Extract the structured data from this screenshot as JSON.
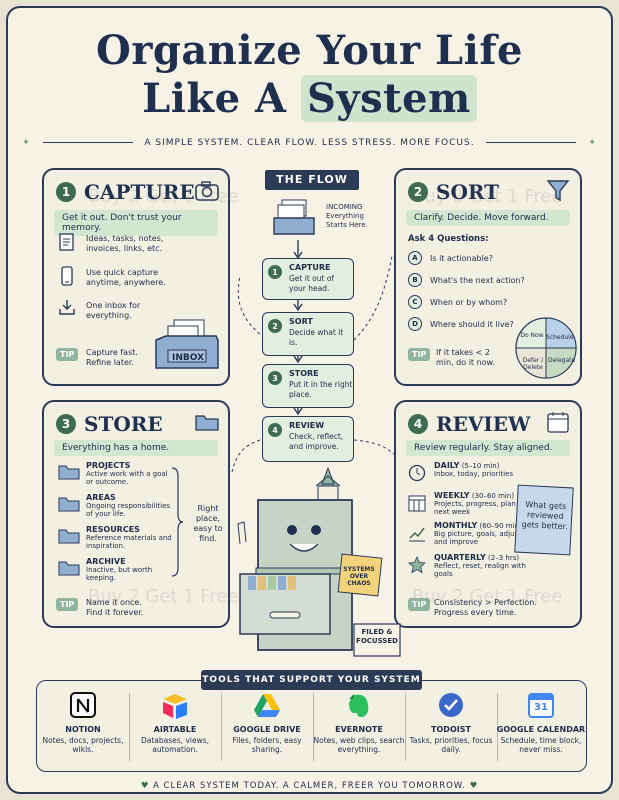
{
  "title": {
    "line1": "Organize Your Life",
    "line2_a": "Like A",
    "line2_b": "System"
  },
  "tagline": "A SIMPLE SYSTEM.  CLEAR FLOW.  LESS STRESS.  MORE FOCUS.",
  "watermark": "Buy 2 Get 1 Free",
  "capture": {
    "num": "1",
    "title": "CAPTURE",
    "band": "Get it out. Don't trust your memory.",
    "items": [
      "Ideas, tasks, notes, invoices, links, etc.",
      "Use quick capture anytime, anywhere.",
      "One inbox for everything."
    ],
    "tip_label": "TIP",
    "tip": "Capture fast. Refine later.",
    "inbox_label": "INBOX"
  },
  "sort": {
    "num": "2",
    "title": "SORT",
    "band": "Clarify. Decide. Move forward.",
    "questions_title": "Ask 4 Questions:",
    "questions": [
      {
        "letter": "A",
        "text": "Is it actionable?"
      },
      {
        "letter": "B",
        "text": "What's the next action?"
      },
      {
        "letter": "C",
        "text": "When or by whom?"
      },
      {
        "letter": "D",
        "text": "Where should it live?"
      }
    ],
    "tip_label": "TIP",
    "tip": "If it takes < 2 min, do it now.",
    "pie": {
      "do_now": "Do Now",
      "schedule": "Schedule",
      "defer": "Defer / Delete",
      "delegate": "Delegate"
    }
  },
  "flow": {
    "title": "THE FLOW",
    "incoming": "INCOMING Everything Starts Here.",
    "steps": [
      {
        "num": "1",
        "title": "CAPTURE",
        "desc": "Get it out of your head."
      },
      {
        "num": "2",
        "title": "SORT",
        "desc": "Decide what it is."
      },
      {
        "num": "3",
        "title": "STORE",
        "desc": "Put it in the right place."
      },
      {
        "num": "4",
        "title": "REVIEW",
        "desc": "Check, reflect, and improve."
      }
    ]
  },
  "store": {
    "num": "3",
    "title": "STORE",
    "band": "Everything has a home.",
    "folders": [
      {
        "name": "PROJECTS",
        "desc": "Active work with a goal or outcome."
      },
      {
        "name": "AREAS",
        "desc": "Ongoing responsibilities of your life."
      },
      {
        "name": "RESOURCES",
        "desc": "Reference materials and inspiration."
      },
      {
        "name": "ARCHIVE",
        "desc": "Inactive, but worth keeping."
      }
    ],
    "bracket_note": "Right place, easy to find.",
    "tip_label": "TIP",
    "tip": "Name it once. Find it forever."
  },
  "cabinet": {
    "sign": "SYSTEMS OVER CHAOS",
    "stamp": "FILED & FOCUSSED"
  },
  "review": {
    "num": "4",
    "title": "REVIEW",
    "band": "Review regularly. Stay aligned.",
    "items": [
      {
        "name": "DAILY",
        "time": "(5–10 min)",
        "desc": "Inbox, today, priorities"
      },
      {
        "name": "WEEKLY",
        "time": "(30–60 min)",
        "desc": "Projects, progress, plan next week"
      },
      {
        "name": "MONTHLY",
        "time": "(60–90 min)",
        "desc": "Big picture, goals, adjust and improve"
      },
      {
        "name": "QUARTERLY",
        "time": "(2–3 hrs)",
        "desc": "Reflect, reset, realign with goals"
      }
    ],
    "note": "What gets reviewed gets better.",
    "tip_label": "TIP",
    "tip": "Consistency > Perfection. Progress every time."
  },
  "tools_title": "TOOLS THAT SUPPORT YOUR SYSTEM",
  "tools": [
    {
      "name": "NOTION",
      "desc": "Notes, docs, projects, wikis."
    },
    {
      "name": "AIRTABLE",
      "desc": "Databases, views, automation."
    },
    {
      "name": "GOOGLE DRIVE",
      "desc": "Files, folders, easy sharing."
    },
    {
      "name": "EVERNOTE",
      "desc": "Notes, web clips, search everything."
    },
    {
      "name": "TODOIST",
      "desc": "Tasks, priorities, focus daily."
    },
    {
      "name": "GOOGLE CALENDAR",
      "desc": "Schedule, time block, never miss.",
      "icon_text": "31"
    }
  ],
  "footer": "A CLEAR SYSTEM TODAY.   A CALMER, FREER YOU TOMORROW.",
  "colors": {
    "navy": "#2b3a55",
    "green": "#3e6b52",
    "mint": "#d4e6d2",
    "paper": "#f6f2e6"
  }
}
